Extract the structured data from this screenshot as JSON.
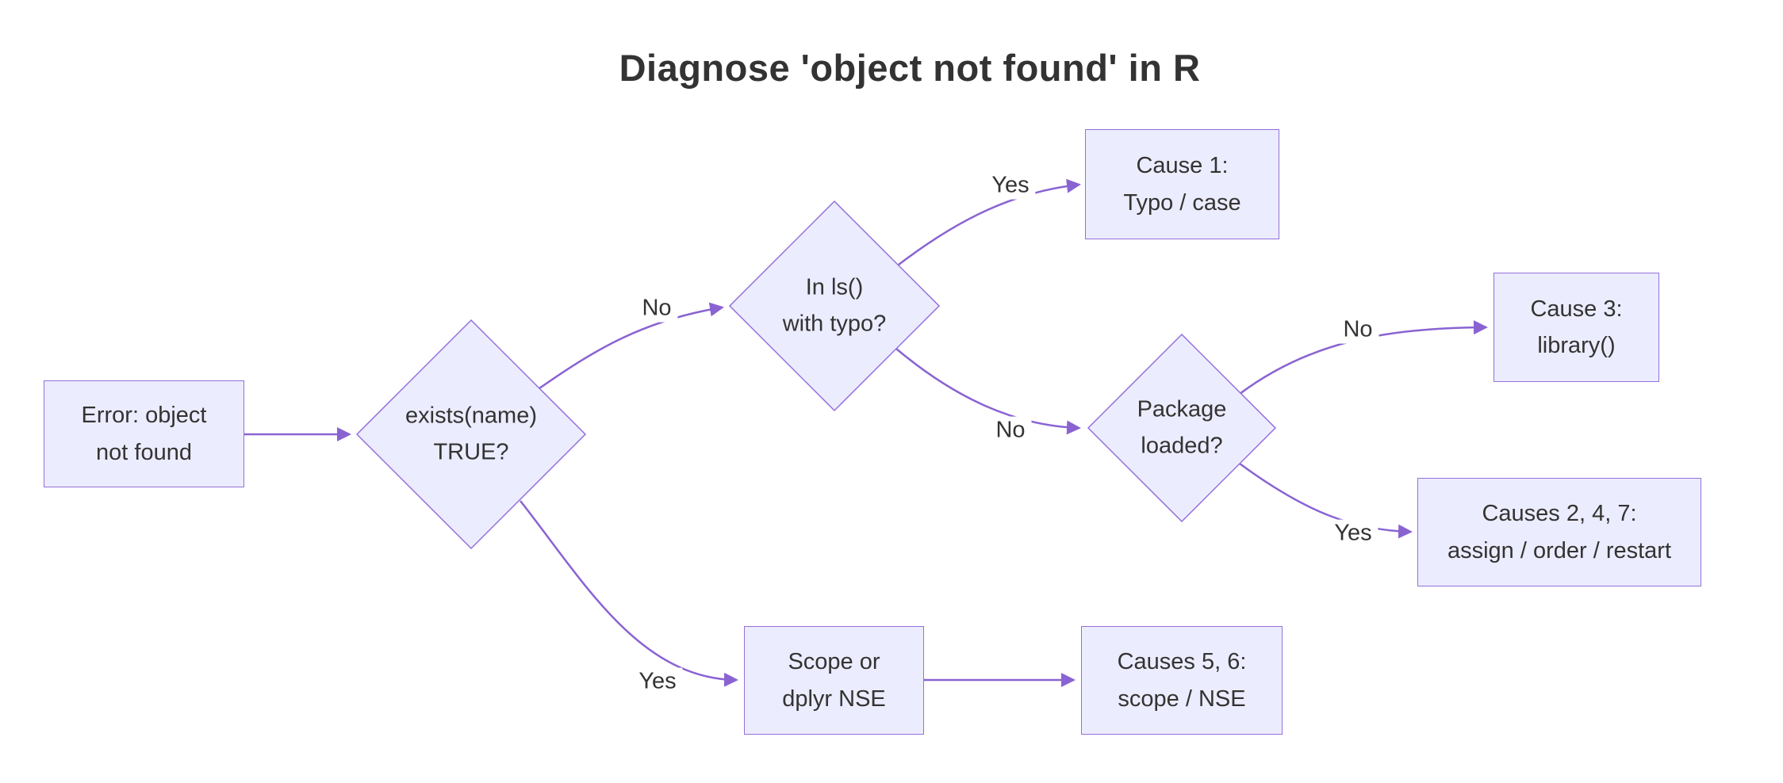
{
  "title": "Diagnose 'object not found' in R",
  "colors": {
    "background": "#ffffff",
    "node_fill": "#ECECFF",
    "node_border": "#9370DB",
    "edge": "#8a63d2",
    "text": "#333333"
  },
  "nodes": {
    "start": {
      "label": "Error: object\nnot found",
      "shape": "rect"
    },
    "exists": {
      "label": "exists(name)\nTRUE?",
      "shape": "diamond"
    },
    "inls": {
      "label": "In ls()\nwith typo?",
      "shape": "diamond"
    },
    "cause1": {
      "label": "Cause 1:\nTypo / case",
      "shape": "rect"
    },
    "package": {
      "label": "Package\nloaded?",
      "shape": "diamond"
    },
    "cause3": {
      "label": "Cause 3:\nlibrary()",
      "shape": "rect"
    },
    "causes247": {
      "label": "Causes 2, 4, 7:\nassign / order / restart",
      "shape": "rect"
    },
    "scope": {
      "label": "Scope or\ndplyr NSE",
      "shape": "rect"
    },
    "causes56": {
      "label": "Causes 5, 6:\nscope / NSE",
      "shape": "rect"
    }
  },
  "edges": [
    {
      "from": "start",
      "to": "exists",
      "label": ""
    },
    {
      "from": "exists",
      "to": "inls",
      "label": "No"
    },
    {
      "from": "inls",
      "to": "cause1",
      "label": "Yes"
    },
    {
      "from": "inls",
      "to": "package",
      "label": "No"
    },
    {
      "from": "package",
      "to": "cause3",
      "label": "No"
    },
    {
      "from": "package",
      "to": "causes247",
      "label": "Yes"
    },
    {
      "from": "exists",
      "to": "scope",
      "label": "Yes"
    },
    {
      "from": "scope",
      "to": "causes56",
      "label": ""
    }
  ]
}
